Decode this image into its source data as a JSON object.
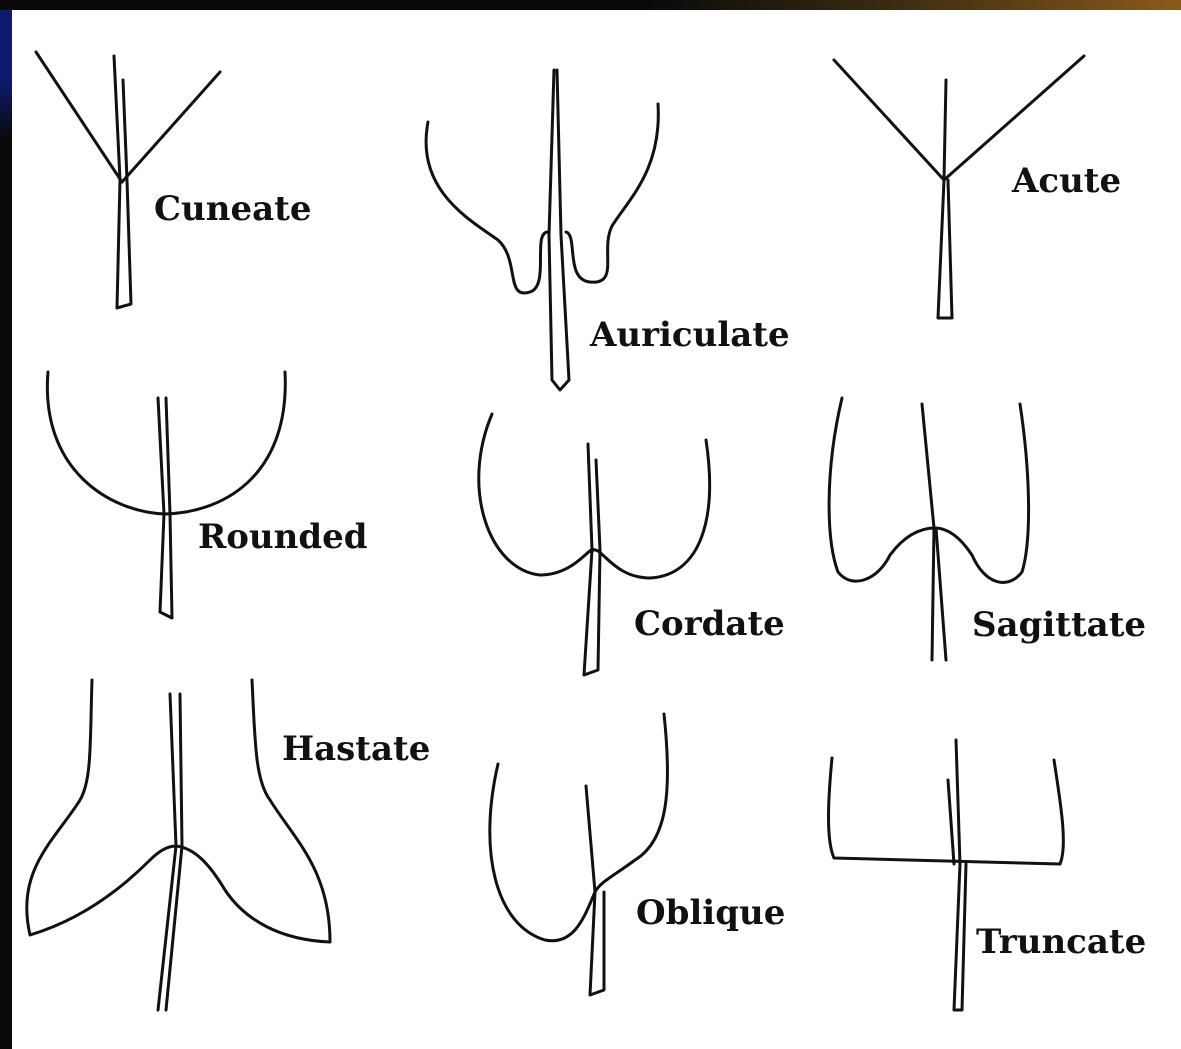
{
  "labels": {
    "cuneate": "Cuneate",
    "auriculate": "Auriculate",
    "acute": "Acute",
    "rounded": "Rounded",
    "cordate": "Cordate",
    "sagittate": "Sagittate",
    "hastate": "Hastate",
    "oblique": "Oblique",
    "truncate": "Truncate"
  }
}
